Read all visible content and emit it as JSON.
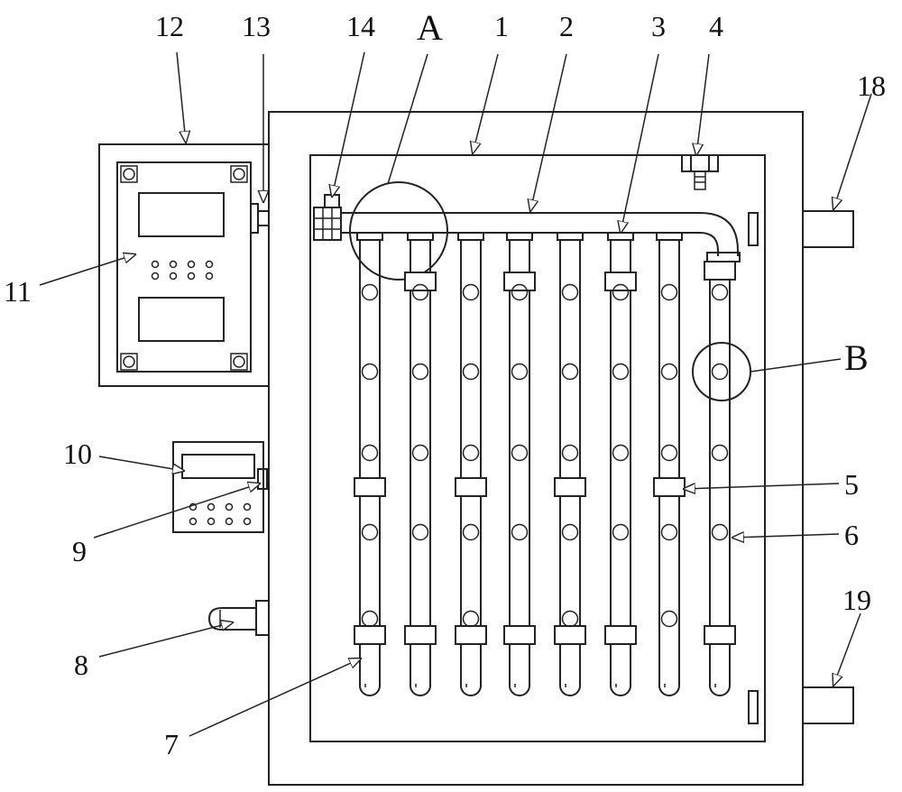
{
  "labels": {
    "n1": "1",
    "n2": "2",
    "n3": "3",
    "n4": "4",
    "n5": "5",
    "n6": "6",
    "n7": "7",
    "n8": "8",
    "n9": "9",
    "n10": "10",
    "n11": "11",
    "n12": "12",
    "n13": "13",
    "n14": "14",
    "n18": "18",
    "n19": "19",
    "A": "A",
    "B": "B"
  }
}
